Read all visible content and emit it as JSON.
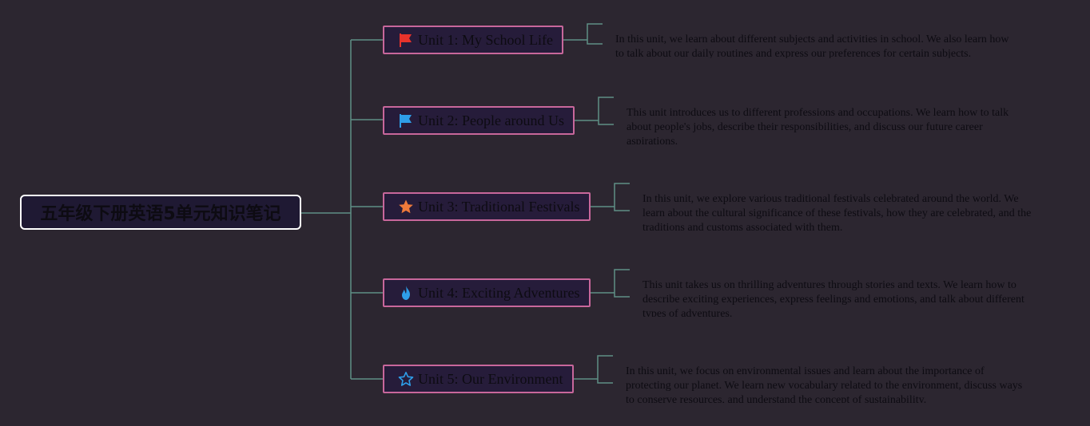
{
  "root": {
    "title": "五年级下册英语5单元知识笔记"
  },
  "units": [
    {
      "title": "Unit 1: My School Life",
      "icon": "red-flag-icon",
      "icon_color": "#e8332b",
      "description": "In this unit, we learn about different subjects and activities in school. We also learn how to talk about our daily routines and express our preferences for certain subjects."
    },
    {
      "title": "Unit 2: People around Us",
      "icon": "blue-flag-icon",
      "icon_color": "#2e9ee8",
      "description": "This unit introduces us to different professions and occupations. We learn how to talk about people's jobs, describe their responsibilities, and discuss our future career aspirations."
    },
    {
      "title": "Unit 3: Traditional Festivals",
      "icon": "orange-star-icon",
      "icon_color": "#ef7a3a",
      "description": "In this unit, we explore various traditional festivals celebrated around the world. We learn about the cultural significance of these festivals, how they are celebrated, and the traditions and customs associated with them."
    },
    {
      "title": "Unit 4: Exciting Adventures",
      "icon": "flame-icon",
      "icon_color": "#2e9ee8",
      "description": "This unit takes us on thrilling adventures through stories and texts. We learn how to describe exciting experiences, express feelings and emotions, and talk about different types of adventures."
    },
    {
      "title": "Unit 5: Our Environment",
      "icon": "star-outline-icon",
      "icon_color": "#2e9ee8",
      "description": "In this unit, we focus on environmental issues and learn about the importance of protecting our planet. We learn new vocabulary related to the environment, discuss ways to conserve resources, and understand the concept of sustainability."
    }
  ],
  "colors": {
    "background": "#2c2630",
    "connector": "#5f8f86",
    "unit_border": "#c8679b",
    "unit_fill": "#261c3a",
    "root_border": "#ffffff",
    "text": "#0d0b12"
  }
}
